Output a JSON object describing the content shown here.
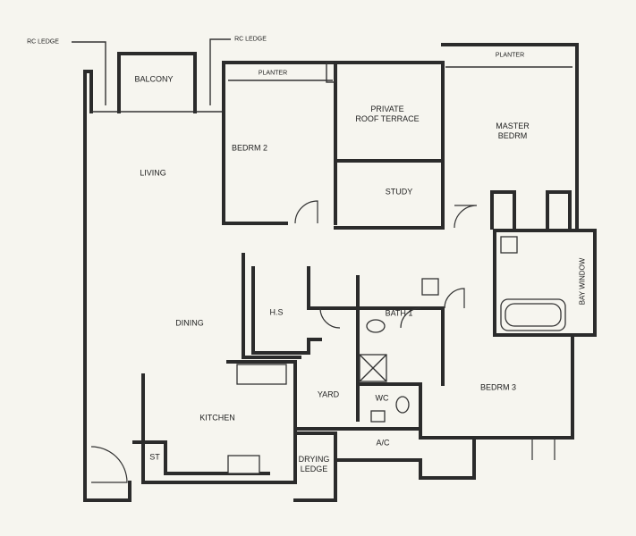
{
  "labels": {
    "rc_ledge_left": "RC LEDGE",
    "rc_ledge_right": "RC LEDGE",
    "balcony": "BALCONY",
    "planter_left": "PLANTER",
    "planter_right": "PLANTER",
    "living": "LIVING",
    "bedrm2": "BEDRM 2",
    "private_roof_terrace": "PRIVATE\nROOF TERRACE",
    "master_bedrm": "MASTER\nBEDRM",
    "study": "STUDY",
    "dining": "DINING",
    "hs": "H.S",
    "bath1": "BATH 1",
    "bay_window": "BAY WINDOW",
    "yard": "YARD",
    "wc": "WC",
    "kitchen": "KITCHEN",
    "bedrm3": "BEDRM 3",
    "st": "ST",
    "ac": "A/C",
    "drying_ledge": "DRYING\nLEDGE"
  }
}
